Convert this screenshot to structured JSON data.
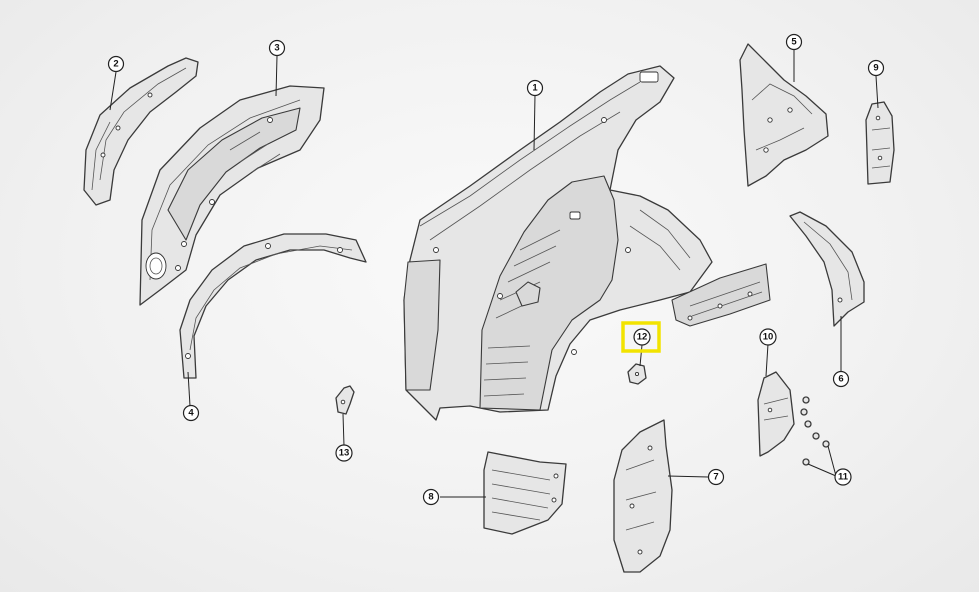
{
  "callouts": [
    {
      "id": "c1",
      "label": "1"
    },
    {
      "id": "c2",
      "label": "2"
    },
    {
      "id": "c3",
      "label": "3"
    },
    {
      "id": "c4",
      "label": "4"
    },
    {
      "id": "c5",
      "label": "5"
    },
    {
      "id": "c6",
      "label": "6"
    },
    {
      "id": "c7",
      "label": "7"
    },
    {
      "id": "c8",
      "label": "8"
    },
    {
      "id": "c9",
      "label": "9"
    },
    {
      "id": "c10",
      "label": "10"
    },
    {
      "id": "c11",
      "label": "11"
    },
    {
      "id": "c12",
      "label": "12"
    },
    {
      "id": "c13",
      "label": "13"
    }
  ],
  "highlighted_callout": "12",
  "colors": {
    "highlight": "#f2e300",
    "part_fill": "#e6e6e6",
    "line": "#3a3a3a"
  }
}
